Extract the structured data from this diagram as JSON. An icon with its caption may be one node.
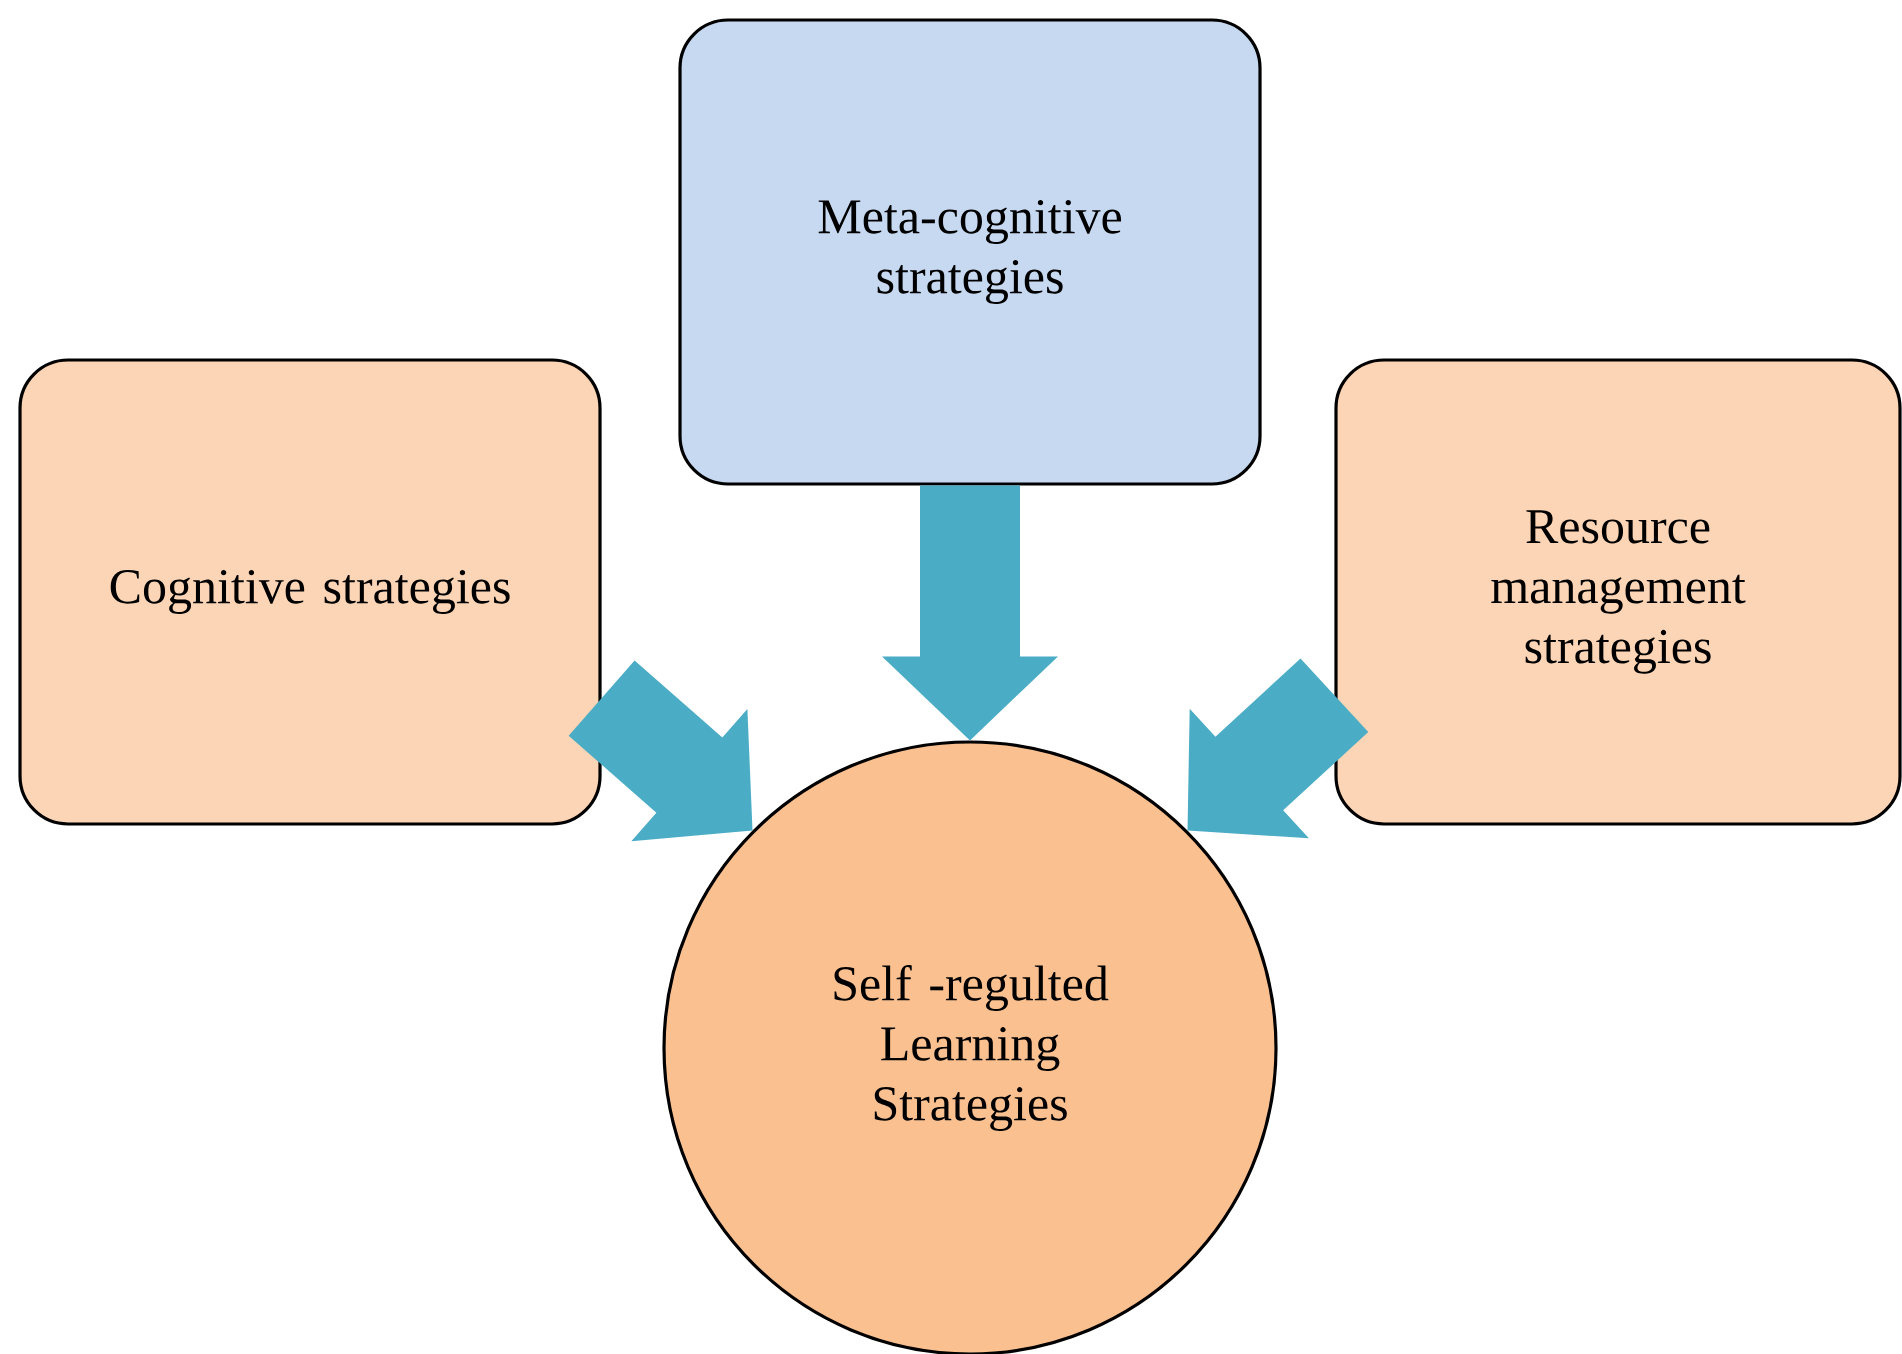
{
  "diagram": {
    "nodes": [
      {
        "text": [
          "Meta-cognitive strategies"
        ]
      },
      {
        "text": [
          "Cognitive strategies"
        ]
      },
      {
        "text": [
          "Resource management strategies"
        ]
      },
      {
        "text": [
          "Self -regulted Learning Strategies"
        ]
      }
    ],
    "edges": [
      {
        "from": 0,
        "to": 3,
        "arrow": "to"
      },
      {
        "from": 1,
        "to": 3,
        "arrow": "to"
      },
      {
        "from": 2,
        "to": 3,
        "arrow": "to"
      }
    ]
  }
}
